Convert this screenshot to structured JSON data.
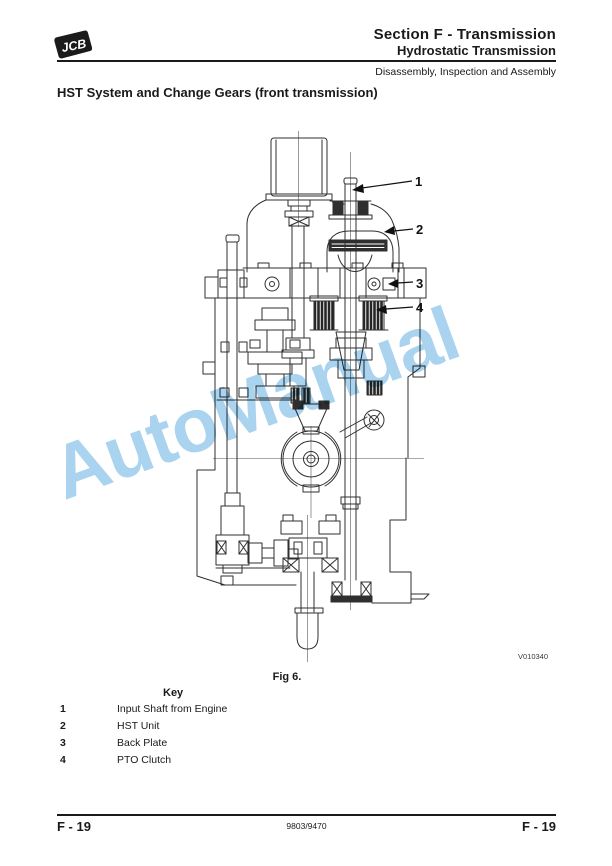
{
  "header": {
    "logo_text": "JCB",
    "section_title": "Section F - Transmission",
    "subsection": "Hydrostatic Transmission",
    "context": "Disassembly, Inspection and Assembly",
    "heading": "HST System and Change Gears (front transmission)"
  },
  "figure": {
    "caption": "Fig 6.",
    "code": "V010340",
    "watermark": "AutoManual",
    "watermark_color": "#a9d3ee",
    "callouts": [
      "1",
      "2",
      "3",
      "4"
    ]
  },
  "key": {
    "title": "Key",
    "items": [
      {
        "num": "1",
        "label": "Input Shaft from Engine"
      },
      {
        "num": "2",
        "label": "HST Unit"
      },
      {
        "num": "3",
        "label": "Back Plate"
      },
      {
        "num": "4",
        "label": "PTO Clutch"
      }
    ]
  },
  "footer": {
    "left": "F - 19",
    "center": "9803/9470",
    "right": "F - 19"
  }
}
